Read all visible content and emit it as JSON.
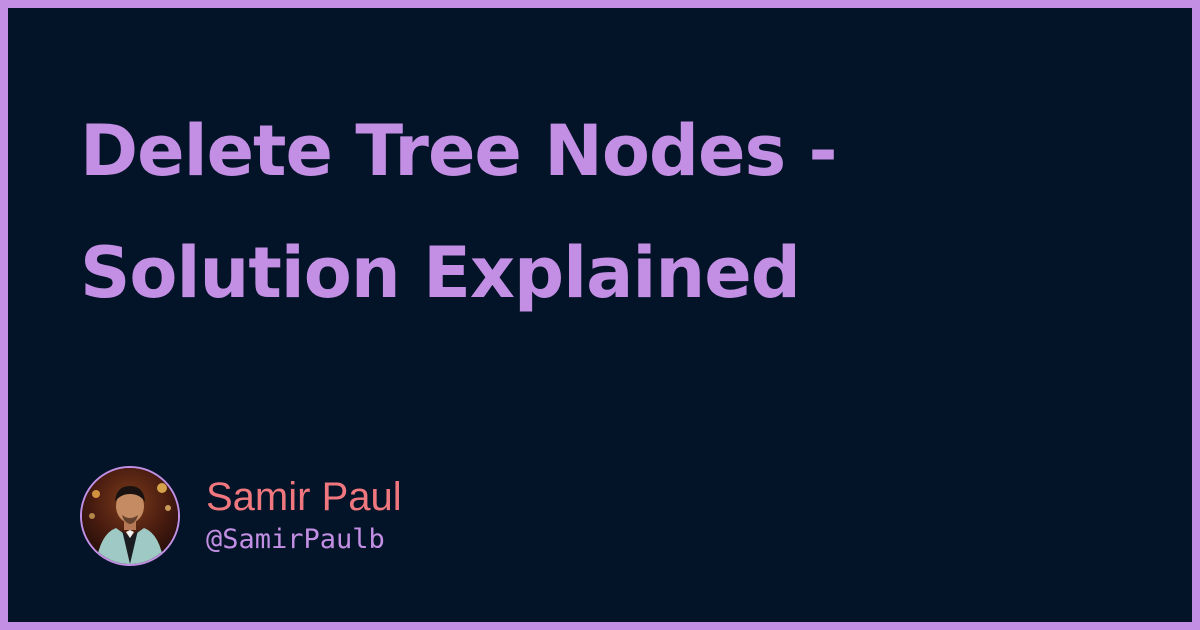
{
  "card": {
    "title_lines": [
      "Delete Tree Nodes -",
      "Solution Explained"
    ],
    "author": {
      "name": "Samir Paul",
      "handle": "@SamirPaulb",
      "avatar_icon": "person-photo-avatar"
    }
  },
  "colors": {
    "background": "#031428",
    "border": "#c38fe4",
    "title": "#c38fe4",
    "author_name": "#f0777d",
    "author_handle": "#c38fe4"
  }
}
